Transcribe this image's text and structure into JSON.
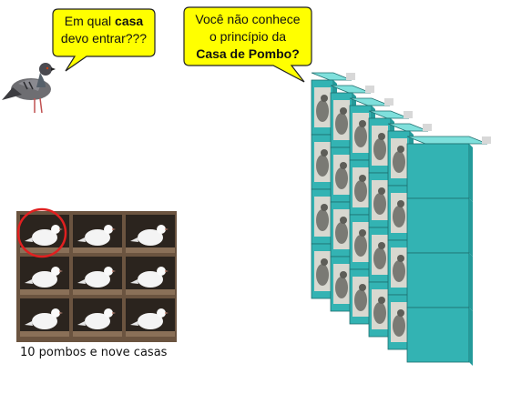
{
  "bubble_left": {
    "line1_pre": "Em qual ",
    "line1_bold": "casa",
    "line2": "devo entrar???"
  },
  "bubble_right": {
    "line1": "Você não conhece",
    "line2": "o princípio da",
    "line3_bold": "Casa de Pombo?"
  },
  "caption": "10 pombos e nove casas",
  "colors": {
    "bubble_fill": "#ffff00",
    "cube_front": "#33b3b3",
    "cube_top": "#7fe0dc",
    "cube_side": "#249a9a",
    "highlight_circle": "#e02020"
  }
}
